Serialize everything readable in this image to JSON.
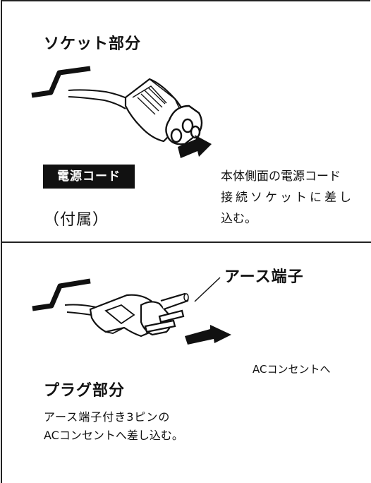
{
  "top": {
    "heading": "ソケット部分",
    "badge": "電源コード",
    "accessory": "（付属）",
    "instruction_lines": [
      "本体側面の電源コード",
      "接続ソケットに差し",
      "込む。"
    ]
  },
  "bottom": {
    "earth_label": "アース端子",
    "outlet_label": "ACコンセントへ",
    "heading": "プラグ部分",
    "instruction_lines": [
      "アース端子付き3ピンの",
      "ACコンセントへ差し込む。"
    ]
  }
}
